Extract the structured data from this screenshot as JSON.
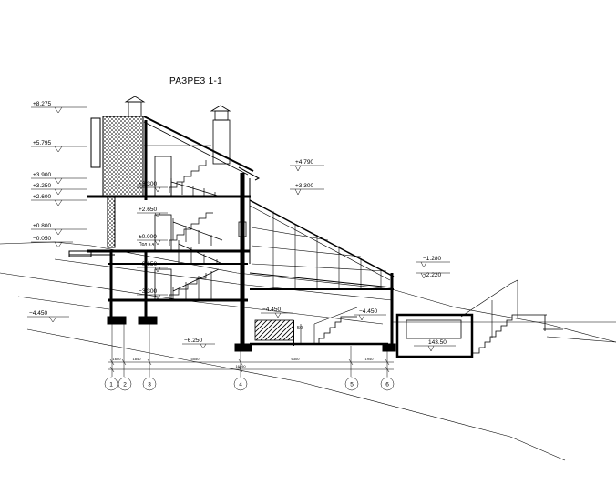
{
  "title": "РАЗРЕЗ 1-1",
  "levels_left": [
    "+8.275",
    "+5.795",
    "+3.900",
    "+3.250",
    "+2.600",
    "+0.800",
    "−0.050",
    "−4.450"
  ],
  "levels_inner": [
    "+3.300",
    "+2.650",
    "±0.000",
    "−0.650",
    "−3.300",
    "−4.450",
    "−6.250"
  ],
  "levels_right": [
    "+4.790",
    "+3.300",
    "−1.280",
    "−2.220",
    "−4.450",
    "143.50"
  ],
  "inner_label": "Пол н.ч.",
  "ditch_label": "50",
  "dimensions": [
    "1600",
    "1840",
    "5550",
    "6300",
    "1940",
    "16890"
  ],
  "axes": [
    "1",
    "2",
    "3",
    "4",
    "5",
    "6"
  ],
  "colors": {
    "line": "#000000",
    "paper": "#ffffff"
  }
}
